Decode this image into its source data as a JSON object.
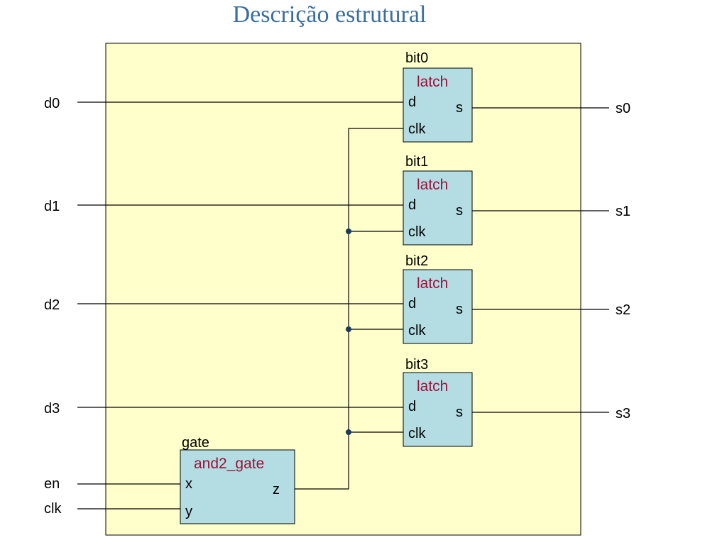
{
  "title": "Descrição estrutural",
  "colors": {
    "title": "#3a6e9c",
    "frame_fill": "#ffffcc",
    "block_fill": "#b3dde3",
    "entity_text": "#9c1239",
    "wire": "#000000",
    "junction": "#1a3a5c"
  },
  "inputs": [
    "d0",
    "d1",
    "d2",
    "d3",
    "en",
    "clk"
  ],
  "outputs": [
    "s0",
    "s1",
    "s2",
    "s3"
  ],
  "latches": [
    {
      "instance": "bit0",
      "entity": "latch",
      "port_d": "d",
      "port_clk": "clk",
      "port_s": "s"
    },
    {
      "instance": "bit1",
      "entity": "latch",
      "port_d": "d",
      "port_clk": "clk",
      "port_s": "s"
    },
    {
      "instance": "bit2",
      "entity": "latch",
      "port_d": "d",
      "port_clk": "clk",
      "port_s": "s"
    },
    {
      "instance": "bit3",
      "entity": "latch",
      "port_d": "d",
      "port_clk": "clk",
      "port_s": "s"
    }
  ],
  "gate": {
    "instance": "gate",
    "entity": "and2_gate",
    "port_x": "x",
    "port_y": "y",
    "port_z": "z"
  }
}
